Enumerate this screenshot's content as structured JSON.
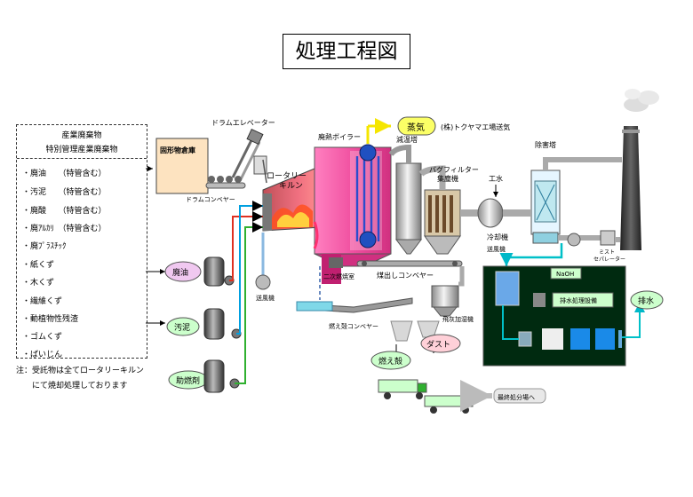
{
  "title": "処理工程図",
  "waste_box": {
    "heading1": "産業廃棄物",
    "heading2": "特別管理産業廃棄物",
    "items": [
      "・廃油　　（特管含む）",
      "・汚泥　　（特管含む）",
      "・廃酸　　（特管含む）",
      "・廃ｱﾙｶﾘ　（特管含む）",
      "・廃ﾌﾟﾗｽﾁｯｸ",
      "・紙くず",
      "・木くず",
      "・繊維くず",
      "・動植物性残渣",
      "・ゴムくず",
      "・ばいじん"
    ]
  },
  "note": {
    "line1": "注：受託物は全てロータリーキルン",
    "line2": "　　にて焼却処理しております"
  },
  "labels": {
    "solid_storage": "固形物倉庫",
    "drum_elevator": "ドラムエレベーター",
    "drum_conveyor": "ドラムコンベヤー",
    "rotary_kiln_1": "ロータリー",
    "rotary_kiln_2": "キルン",
    "waste_heat_boiler": "廃熱ボイラー",
    "steam": "蒸気",
    "steam_note": "(株)トクヤマエ場送気",
    "cooling_tower": "減温塔",
    "bag_filter_1": "バグフィルター",
    "bag_filter_2": "集塵機",
    "industrial_water": "工水",
    "cooler": "冷却機",
    "scrubber": "除害塔",
    "blower": "送風機",
    "mist_separator_1": "ミスト",
    "mist_separator_2": "セパレーター",
    "secondary_chamber": "二次燃焼室",
    "dust_conveyor": "煤出しコンベヤー",
    "ash_conveyor": "燃え殻コンベヤー",
    "dust_humidifier": "飛灰加湿機",
    "waste_oil": "廃油",
    "sludge": "汚泥",
    "aux_fuel": "助燃剤",
    "air_fan": "送風機",
    "naoh": "NaOH",
    "wastewater_facility": "排水処理設備",
    "effluent": "排水",
    "bottom_ash": "燃え殻",
    "fly_ash": "ダスト",
    "final_disposal": "最終処分場へ"
  },
  "colors": {
    "kiln": "#e0606a",
    "boiler": "#f06aa8",
    "steam_pill": "#fbff66",
    "water_tank": "#002a10",
    "water_pipe": "#00c0c8",
    "green_label": "#ccffcc",
    "purple_label": "#f0c8f0",
    "storage": "#fde3c0"
  },
  "icons": {
    "stack": "chimney-icon",
    "truck": "dump-truck-icon",
    "pump": "pump-icon",
    "tank": "storage-tank-icon"
  }
}
